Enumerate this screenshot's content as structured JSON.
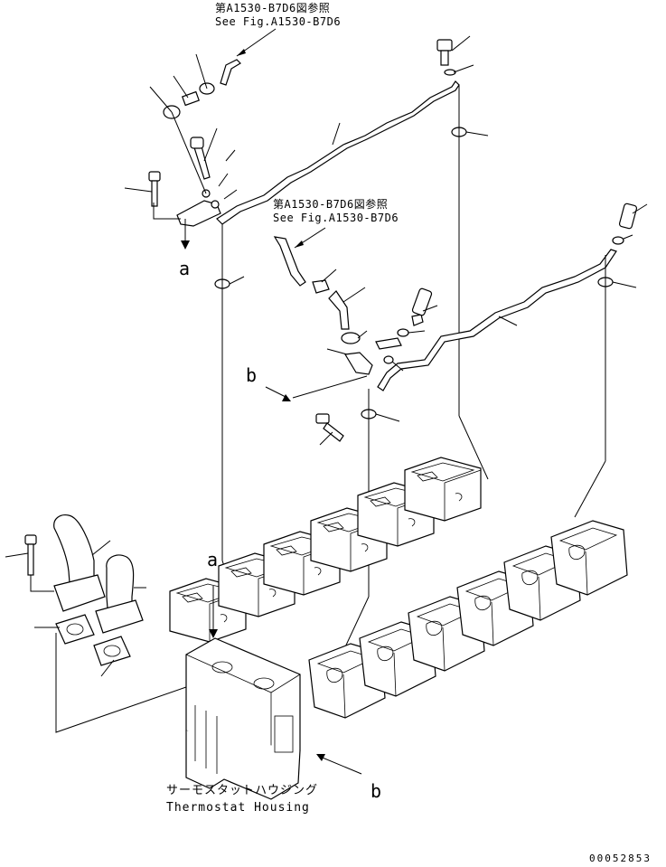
{
  "references": {
    "ref_top_jp": "第A1530-B7D6図参照",
    "ref_top_en": "See Fig.A1530-B7D6",
    "ref_mid_jp": "第A1530-B7D6図参照",
    "ref_mid_en": "See Fig.A1530-B7D6"
  },
  "callouts": {
    "a_upper": "a",
    "a_lower": "a",
    "b_upper": "b",
    "b_lower": "b"
  },
  "caption": {
    "jp": "サーモスタットハウジング",
    "en": "Thermostat Housing"
  },
  "drawing_code": "00052853"
}
